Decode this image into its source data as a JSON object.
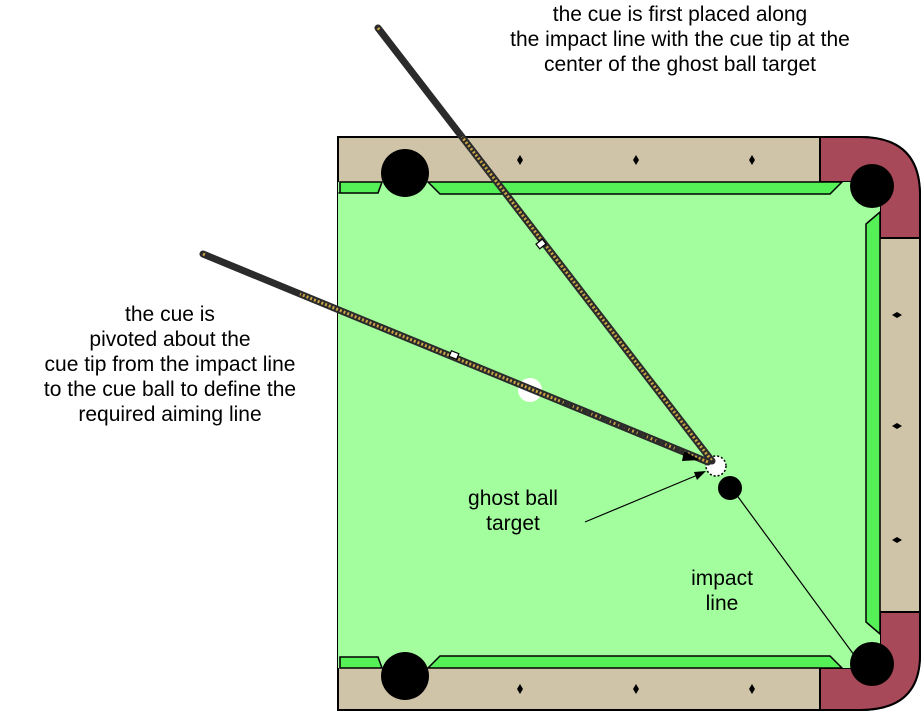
{
  "annotations": {
    "top": [
      "the cue is first placed along",
      "the impact line with the cue tip at the",
      "center of the ghost ball target"
    ],
    "left": [
      "the cue is",
      "pivoted about the",
      "cue tip from the impact line",
      "to the cue ball to define the",
      "required aiming line"
    ],
    "ghost_ball": [
      "ghost ball",
      "target"
    ],
    "impact_line": [
      "impact",
      "line"
    ]
  },
  "colors": {
    "cloth": "#a3ff9e",
    "cushion": "#55f058",
    "rail": "#cfc4a8",
    "corner_leather": "#a8495a",
    "pocket": "#000000",
    "cue_wood": "#c9a544",
    "cue_dark": "#2b2b2b",
    "ball_cue": "#ffffff",
    "ball_object": "#000000"
  }
}
